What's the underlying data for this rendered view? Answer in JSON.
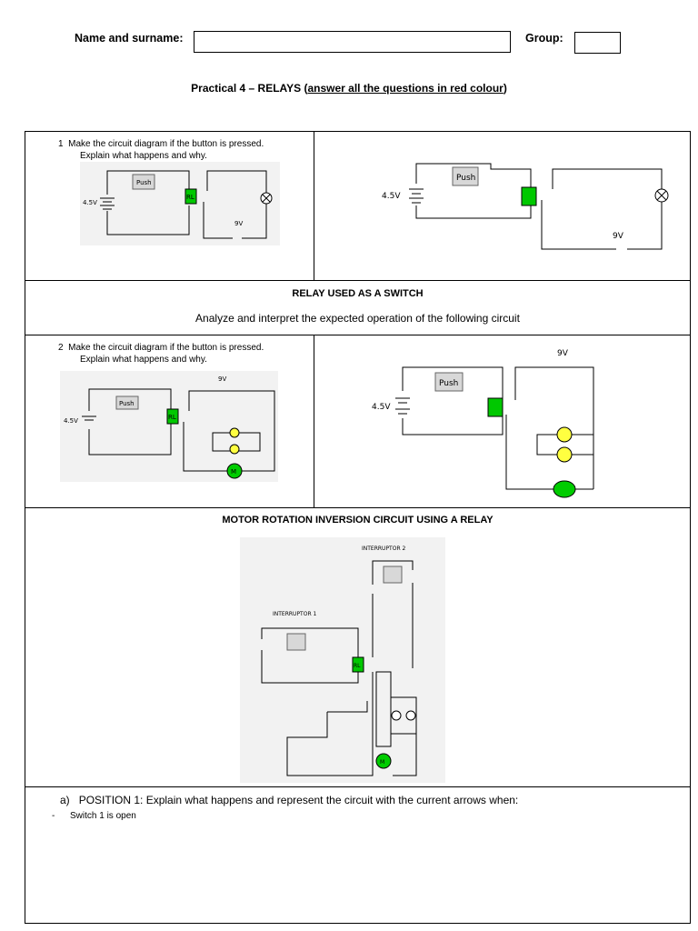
{
  "header": {
    "name_label": "Name and surname:",
    "name_value": "",
    "group_label": "Group:",
    "group_value": "",
    "title_prefix": "Practical 4 – RELAYS (",
    "title_link": "answer all the questions in red colour",
    "title_suffix": ")"
  },
  "q1": {
    "number": "1",
    "text_line1": "Make the circuit diagram if the button is pressed.",
    "text_line2": "Explain what happens and why."
  },
  "relay_switch": {
    "heading": "RELAY USED AS A SWITCH",
    "subheading": "Analyze and interpret the expected operation of the following circuit"
  },
  "q2": {
    "number": "2",
    "text_line1": "Make the circuit diagram if the button is pressed.",
    "text_line2": "Explain what happens and why."
  },
  "motor": {
    "heading": "MOTOR ROTATION INVERSION CIRCUIT USING A RELAY",
    "interruptor1": "INTERRUPTOR 1",
    "interruptor2": "INTERRUPTOR 2"
  },
  "question_a": {
    "marker": "a)",
    "text": "POSITION 1: Explain what happens and represent the circuit with the current arrows when:",
    "bullet_marker": "-",
    "bullet_text": "Switch 1 is open"
  },
  "circuit_labels": {
    "push": "Push",
    "v45": "4.5V",
    "v9": "9V",
    "rl": "RL",
    "motor": "M"
  },
  "colors": {
    "relay_green": "#00c800",
    "lamp_yellow": "#ffff40",
    "motor_green": "#00cc00"
  }
}
